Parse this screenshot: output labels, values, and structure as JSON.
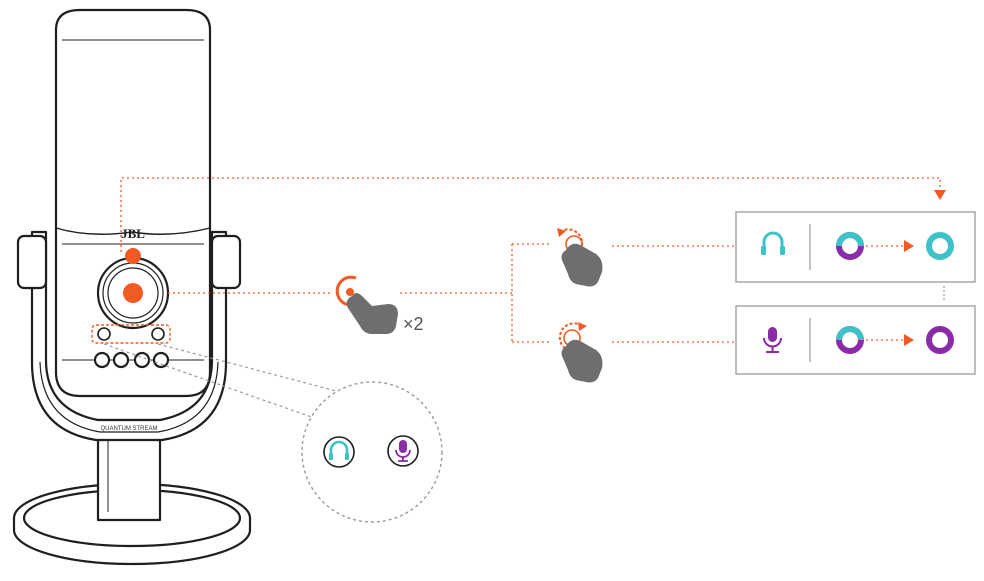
{
  "brand": {
    "logo_text": "JBL",
    "model_text": "QUANTUM STREAM"
  },
  "gesture": {
    "double_press_multiplier": "×2"
  },
  "colors": {
    "accent": "#f25a24",
    "headphone_teal": "#3cc2c8",
    "mic_purple": "#8a2ba8",
    "outline": "#1f1f1f",
    "dotted_grey": "#9a9a9a",
    "hand_grey": "#6e6e6e"
  },
  "icons": {
    "headphones": "headphones-icon",
    "microphone": "microphone-icon",
    "rotate_cw": "rotate-clockwise-icon",
    "rotate_ccw": "rotate-counterclockwise-icon",
    "press": "press-icon",
    "hand": "hand-icon",
    "arrow": "arrow-right-icon"
  },
  "panels": [
    {
      "mode": "headphone-monitor-volume",
      "from_ring": "mixed",
      "to_ring": "teal"
    },
    {
      "mode": "microphone-gain",
      "from_ring": "mixed",
      "to_ring": "purple"
    }
  ]
}
